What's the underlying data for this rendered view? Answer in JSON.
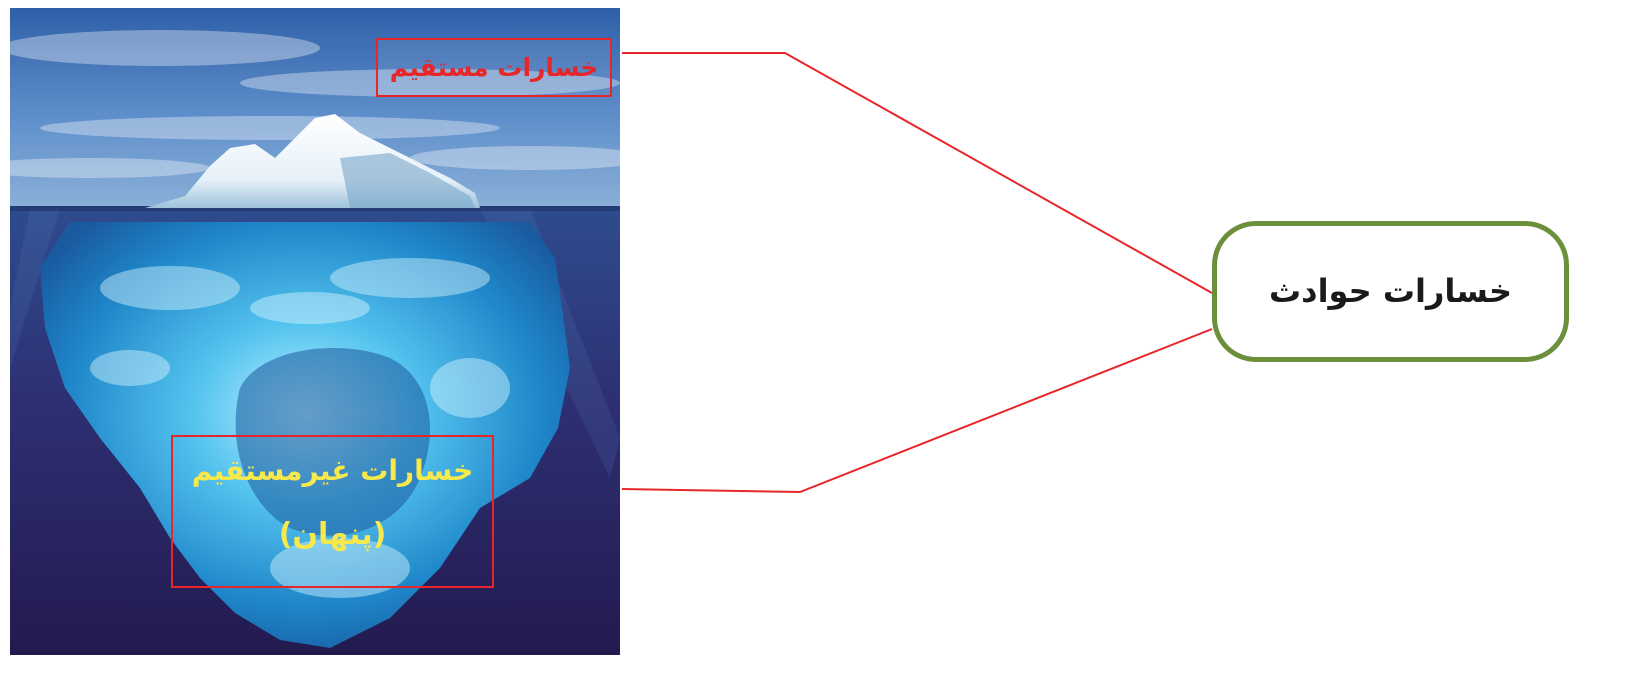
{
  "diagram": {
    "root_node": {
      "label": "خسارات حوادث"
    },
    "direct_loss": {
      "label": "خسارات مستقیم"
    },
    "indirect_loss": {
      "label": "خسارات غیرمستقیم",
      "sublabel": "(پنهان)"
    }
  },
  "colors": {
    "connector": "#e8262a",
    "box_border": "#e8262a",
    "direct_label_text": "#e8262a",
    "indirect_label_text": "#f7e84b",
    "root_border": "#6b8f3b",
    "sky": "#4a7fc0",
    "deep_water": "#2b2262"
  }
}
